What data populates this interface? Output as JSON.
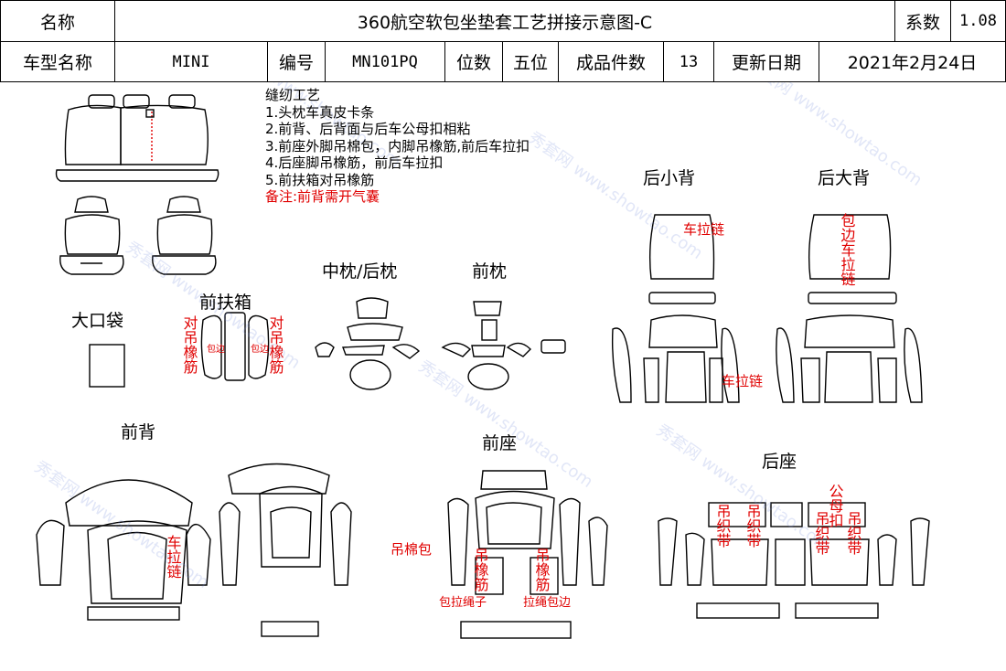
{
  "header": {
    "name_label": "名称",
    "title": "360航空软包坐垫套工艺拼接示意图-C",
    "coef_label": "系数",
    "coef_value": "1.08",
    "model_label": "车型名称",
    "model_value": "MINI",
    "code_label": "编号",
    "code_value": "MN101PQ",
    "seats_label": "位数",
    "seats_value": "五位",
    "pieces_label": "成品件数",
    "pieces_value": "13",
    "date_label": "更新日期",
    "date_value": "2021年2月24日"
  },
  "notes": {
    "title": "缝纫工艺",
    "items": [
      "1.头枕车真皮卡条",
      "2.前背、后背面与后车公母扣相粘",
      "3.前座外脚吊棉包，内脚吊橡筋,前后车拉扣",
      "4.后座脚吊橡筋，前后车拉扣",
      "5.前扶箱对吊橡筋"
    ],
    "remark": "备注:前背需开气囊"
  },
  "sections": {
    "big_pocket": "大口袋",
    "front_armrest": "前扶箱",
    "middle_rear_pillow": "中枕/后枕",
    "front_pillow": "前枕",
    "rear_small_back": "后小背",
    "rear_big_back": "后大背",
    "front_back": "前背",
    "front_seat": "前座",
    "rear_seat": "后座"
  },
  "annotations": {
    "zipper": "车拉链",
    "zipper_vertical": "车拉链",
    "binding_zipper": "包边车拉链",
    "opposite_elastic": "对吊橡筋",
    "binding": "包边",
    "cotton_hang": "吊棉包",
    "elastic_hang": "吊橡筋",
    "binding_rope": "包拉绳子",
    "pull_rope_binding": "拉绳包边",
    "hang_strap": "吊织带",
    "male_female_buckle": "公母扣"
  },
  "watermark": "秀套网 www.showtao.com"
}
